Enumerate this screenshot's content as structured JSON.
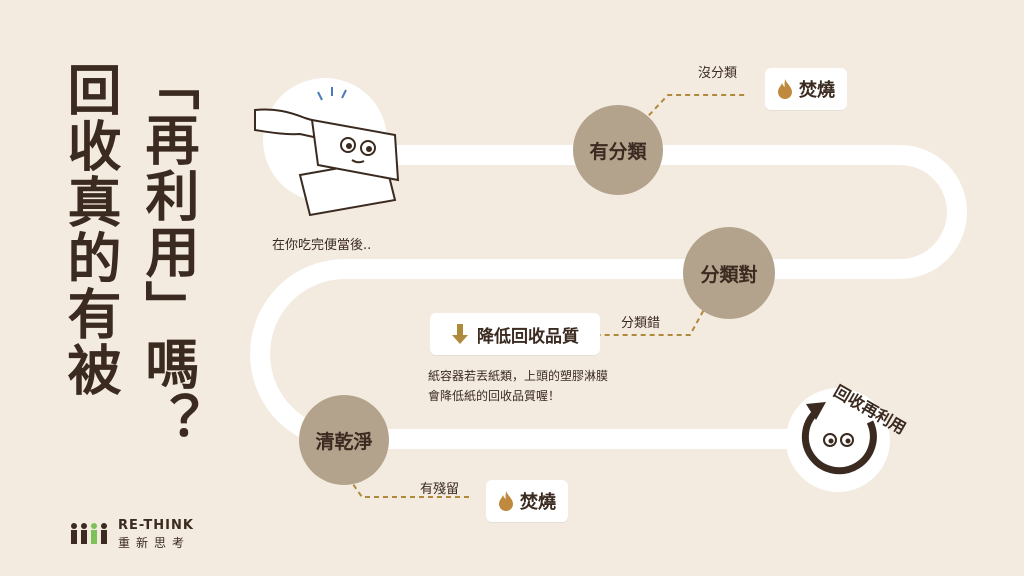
{
  "title": {
    "left": "回收真的有被",
    "right": "「再利用」嗎？"
  },
  "start_caption": "在你吃完便當後..",
  "nodes": {
    "sorted": "有分類",
    "sorted_right": "分類對",
    "clean": "清乾淨",
    "end": "回收再利用"
  },
  "branches": {
    "not_sorted": {
      "label": "沒分類",
      "result": "焚燒"
    },
    "wrong_sort": {
      "label": "分類錯",
      "result": "降低回收品質"
    },
    "residue": {
      "label": "有殘留",
      "result": "焚燒"
    }
  },
  "note_lines": [
    "紙容器若丟紙類，上頭的塑膠淋膜",
    "會降低紙的回收品質喔！"
  ],
  "logo": {
    "en": "RE-THINK",
    "zh": "重新思考"
  },
  "colors": {
    "background": "#f3ebe0",
    "node": "#b3a38c",
    "text": "#3b2a20",
    "fire": "#c08a3e",
    "arrow": "#b08a3c",
    "logo_green": "#7cc15a"
  }
}
